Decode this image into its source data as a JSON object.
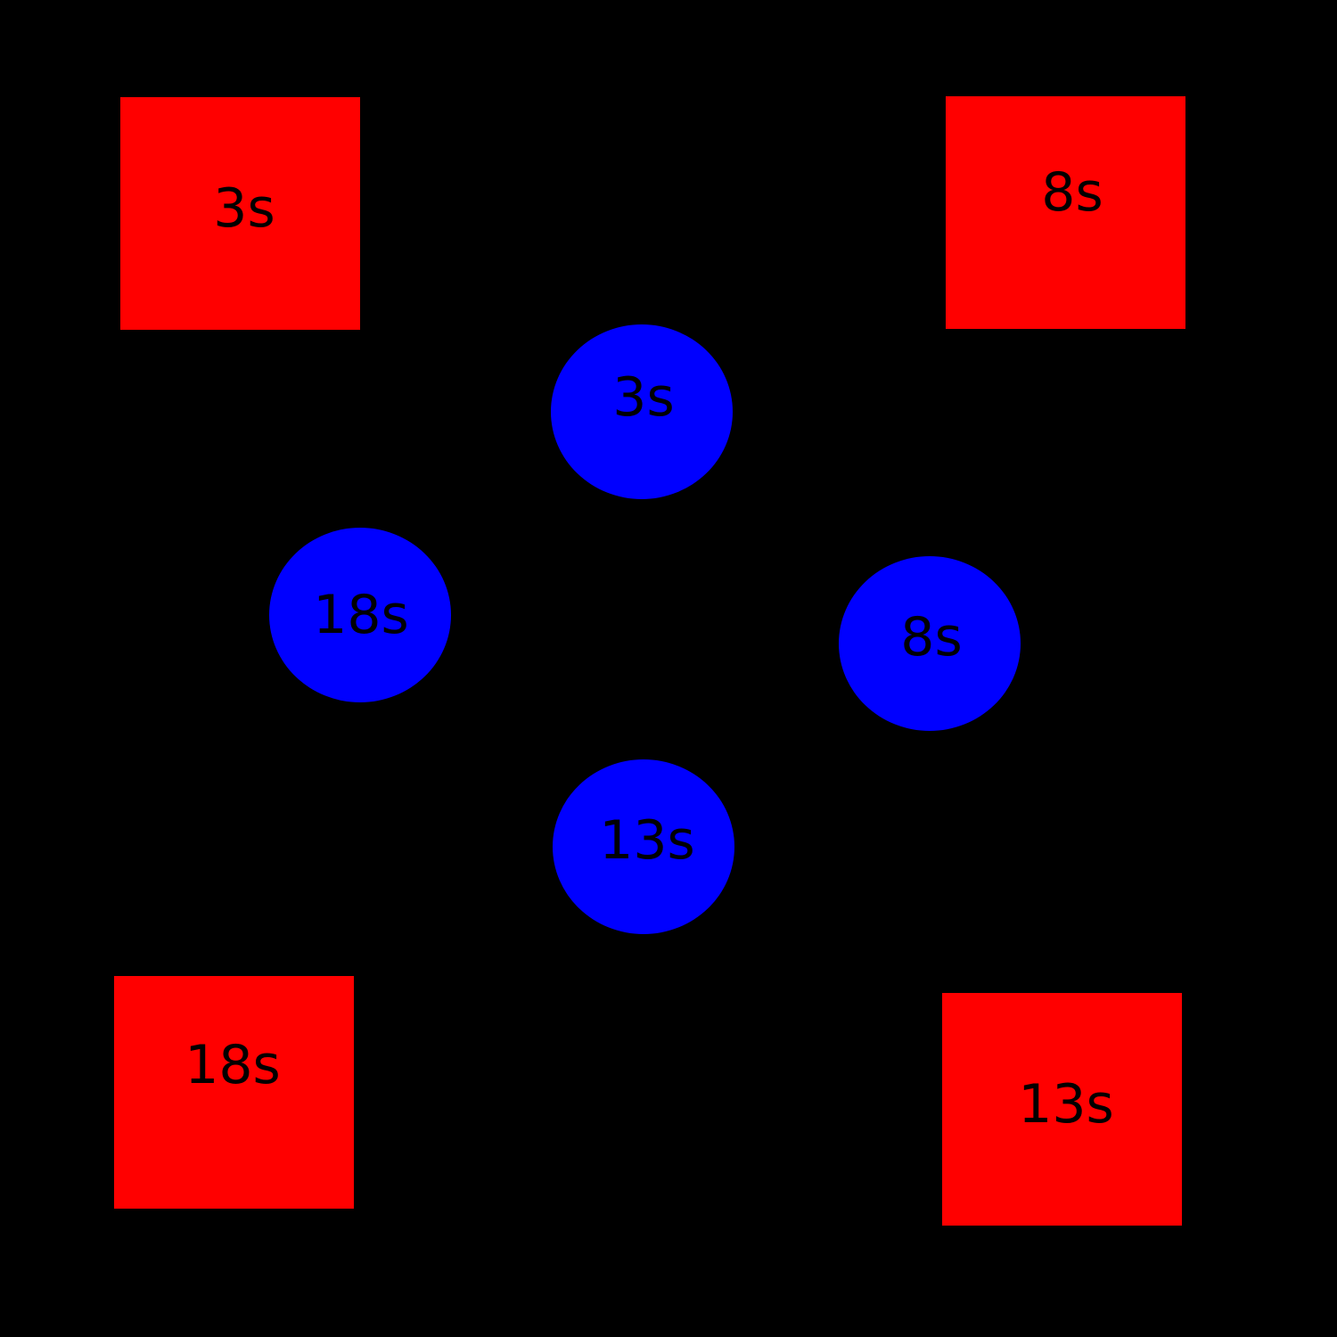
{
  "colors": {
    "background": "#000000",
    "square": "#ff0000",
    "circle": "#0000ff",
    "text": "#000000"
  },
  "squares": [
    {
      "label": "3s"
    },
    {
      "label": "8s"
    },
    {
      "label": "18s"
    },
    {
      "label": "13s"
    }
  ],
  "circles": [
    {
      "label": "3s"
    },
    {
      "label": "18s"
    },
    {
      "label": "8s"
    },
    {
      "label": "13s"
    }
  ]
}
